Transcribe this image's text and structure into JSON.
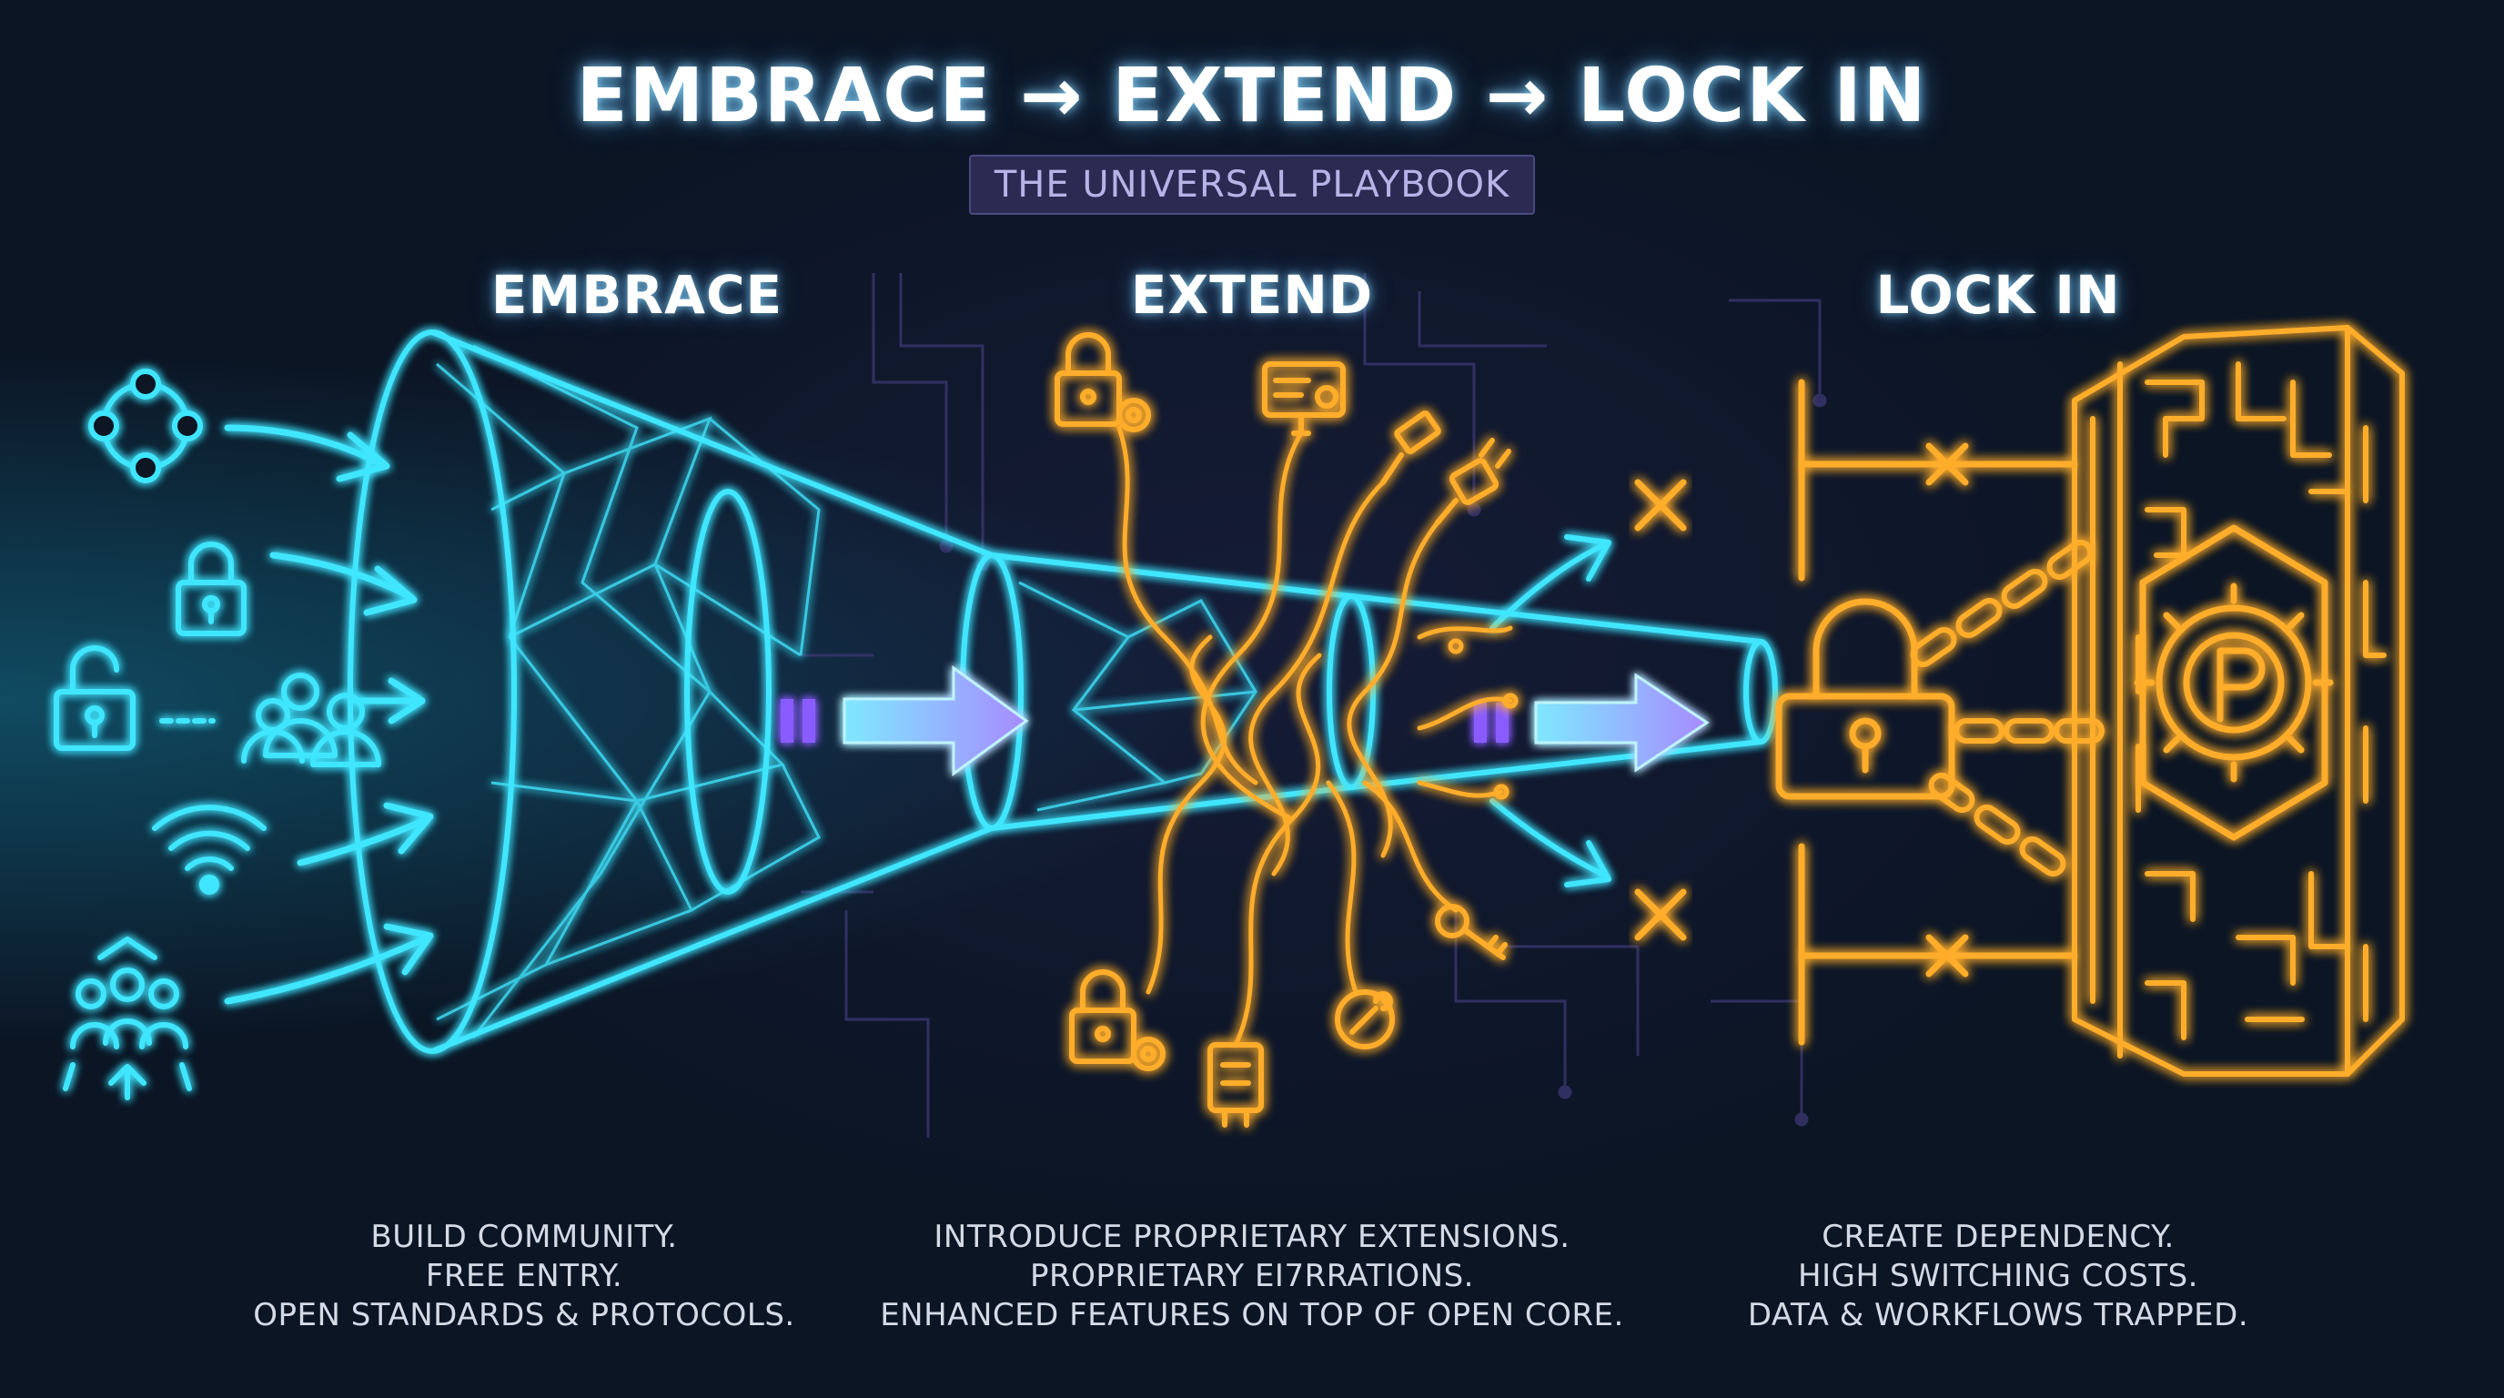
{
  "header": {
    "title": "EMBRACE → EXTEND → LOCK IN",
    "subtitle": "THE UNIVERSAL PLAYBOOK"
  },
  "stages": [
    {
      "label": "EMBRACE",
      "lines": [
        "BUILD COMMUNITY.",
        "FREE ENTRY.",
        "OPEN STANDARDS & PROTOCOLS."
      ]
    },
    {
      "label": "EXTEND",
      "lines": [
        "INTRODUCE PROPRIETARY EXTENSIONS.",
        "PROPRIETARY EI7RRATIONS.",
        "ENHANCED FEATURES ON TOP OF OPEN CORE."
      ]
    },
    {
      "label": "LOCK IN",
      "lines": [
        "CREATE DEPENDENCY.",
        "HIGH SWITCHING COSTS.",
        "DATA & WORKFLOWS TRAPPED."
      ]
    }
  ],
  "colors": {
    "cyan": "#3fe6ff",
    "orange": "#ffad2a",
    "purple": "#8a5cff",
    "background": "#0b1524"
  },
  "icons": {
    "embrace": [
      "network-nodes-icon",
      "padlock-closed-icon",
      "padlock-open-icon",
      "community-icon",
      "wifi-icon",
      "crowd-icon"
    ],
    "extend": [
      "lock-gear-icon",
      "certificate-icon",
      "usb-plug-icon",
      "power-plug-icon",
      "key-icon",
      "wrench-icon",
      "connector-icon"
    ],
    "lockin": [
      "padlock-icon",
      "chain-icon",
      "gear-p-icon",
      "maze-wall-icon",
      "barrier-icon",
      "blocked-x-icon"
    ]
  }
}
